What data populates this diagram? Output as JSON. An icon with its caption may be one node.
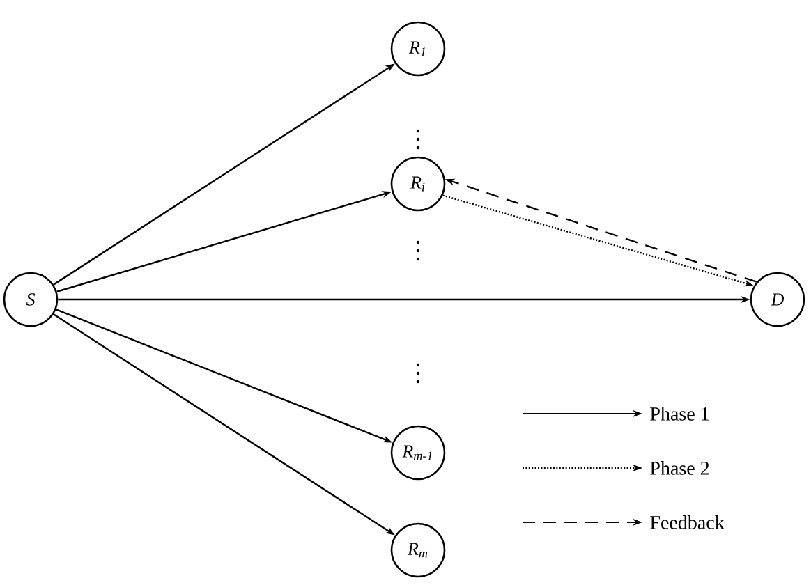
{
  "diagram": {
    "nodes": [
      {
        "text": [
          "S"
        ]
      },
      {
        "text": [
          "R$_{1}$"
        ]
      },
      {
        "text": [
          "R$_{i}$"
        ]
      },
      {
        "text": [
          "R$_{m-1}$"
        ]
      },
      {
        "text": [
          "R$_{m}$"
        ]
      },
      {
        "text": [
          "D"
        ]
      }
    ],
    "edges": [
      {
        "from": 0,
        "to": 1,
        "arrow": "to"
      },
      {
        "from": 0,
        "to": 2,
        "arrow": "to"
      },
      {
        "from": 0,
        "to": 5,
        "arrow": "to"
      },
      {
        "from": 0,
        "to": 3,
        "arrow": "to"
      },
      {
        "from": 0,
        "to": 4,
        "arrow": "to"
      },
      {
        "from": 2,
        "to": 5,
        "arrow": "to",
        "style": "dashed"
      },
      {
        "from": 5,
        "to": 2,
        "arrow": "to",
        "style": "dashed"
      }
    ],
    "legend": [
      {
        "text": "Phase 1"
      },
      {
        "text": "Phase 2"
      },
      {
        "text": "Feedback"
      }
    ]
  }
}
